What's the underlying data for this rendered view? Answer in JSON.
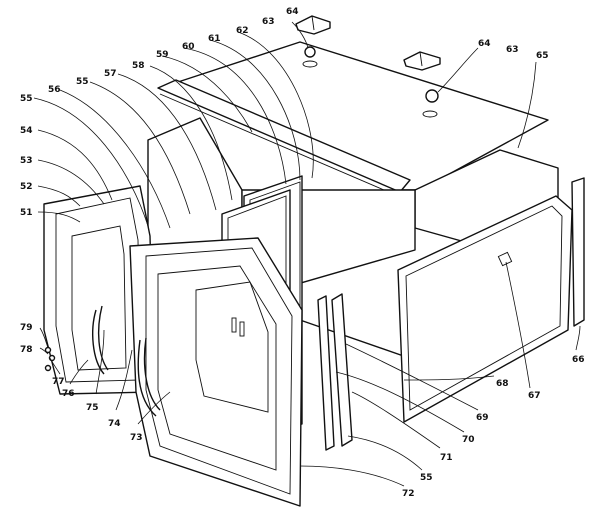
{
  "figure": {
    "type": "exploded-parts-diagram",
    "callouts": [
      "51",
      "52",
      "53",
      "54",
      "55",
      "56",
      "55",
      "57",
      "58",
      "59",
      "60",
      "61",
      "62",
      "63",
      "64",
      "64",
      "63",
      "65",
      "66",
      "67",
      "68",
      "69",
      "70",
      "71",
      "55",
      "72",
      "73",
      "74",
      "75",
      "76",
      "77",
      "78",
      "79"
    ]
  }
}
